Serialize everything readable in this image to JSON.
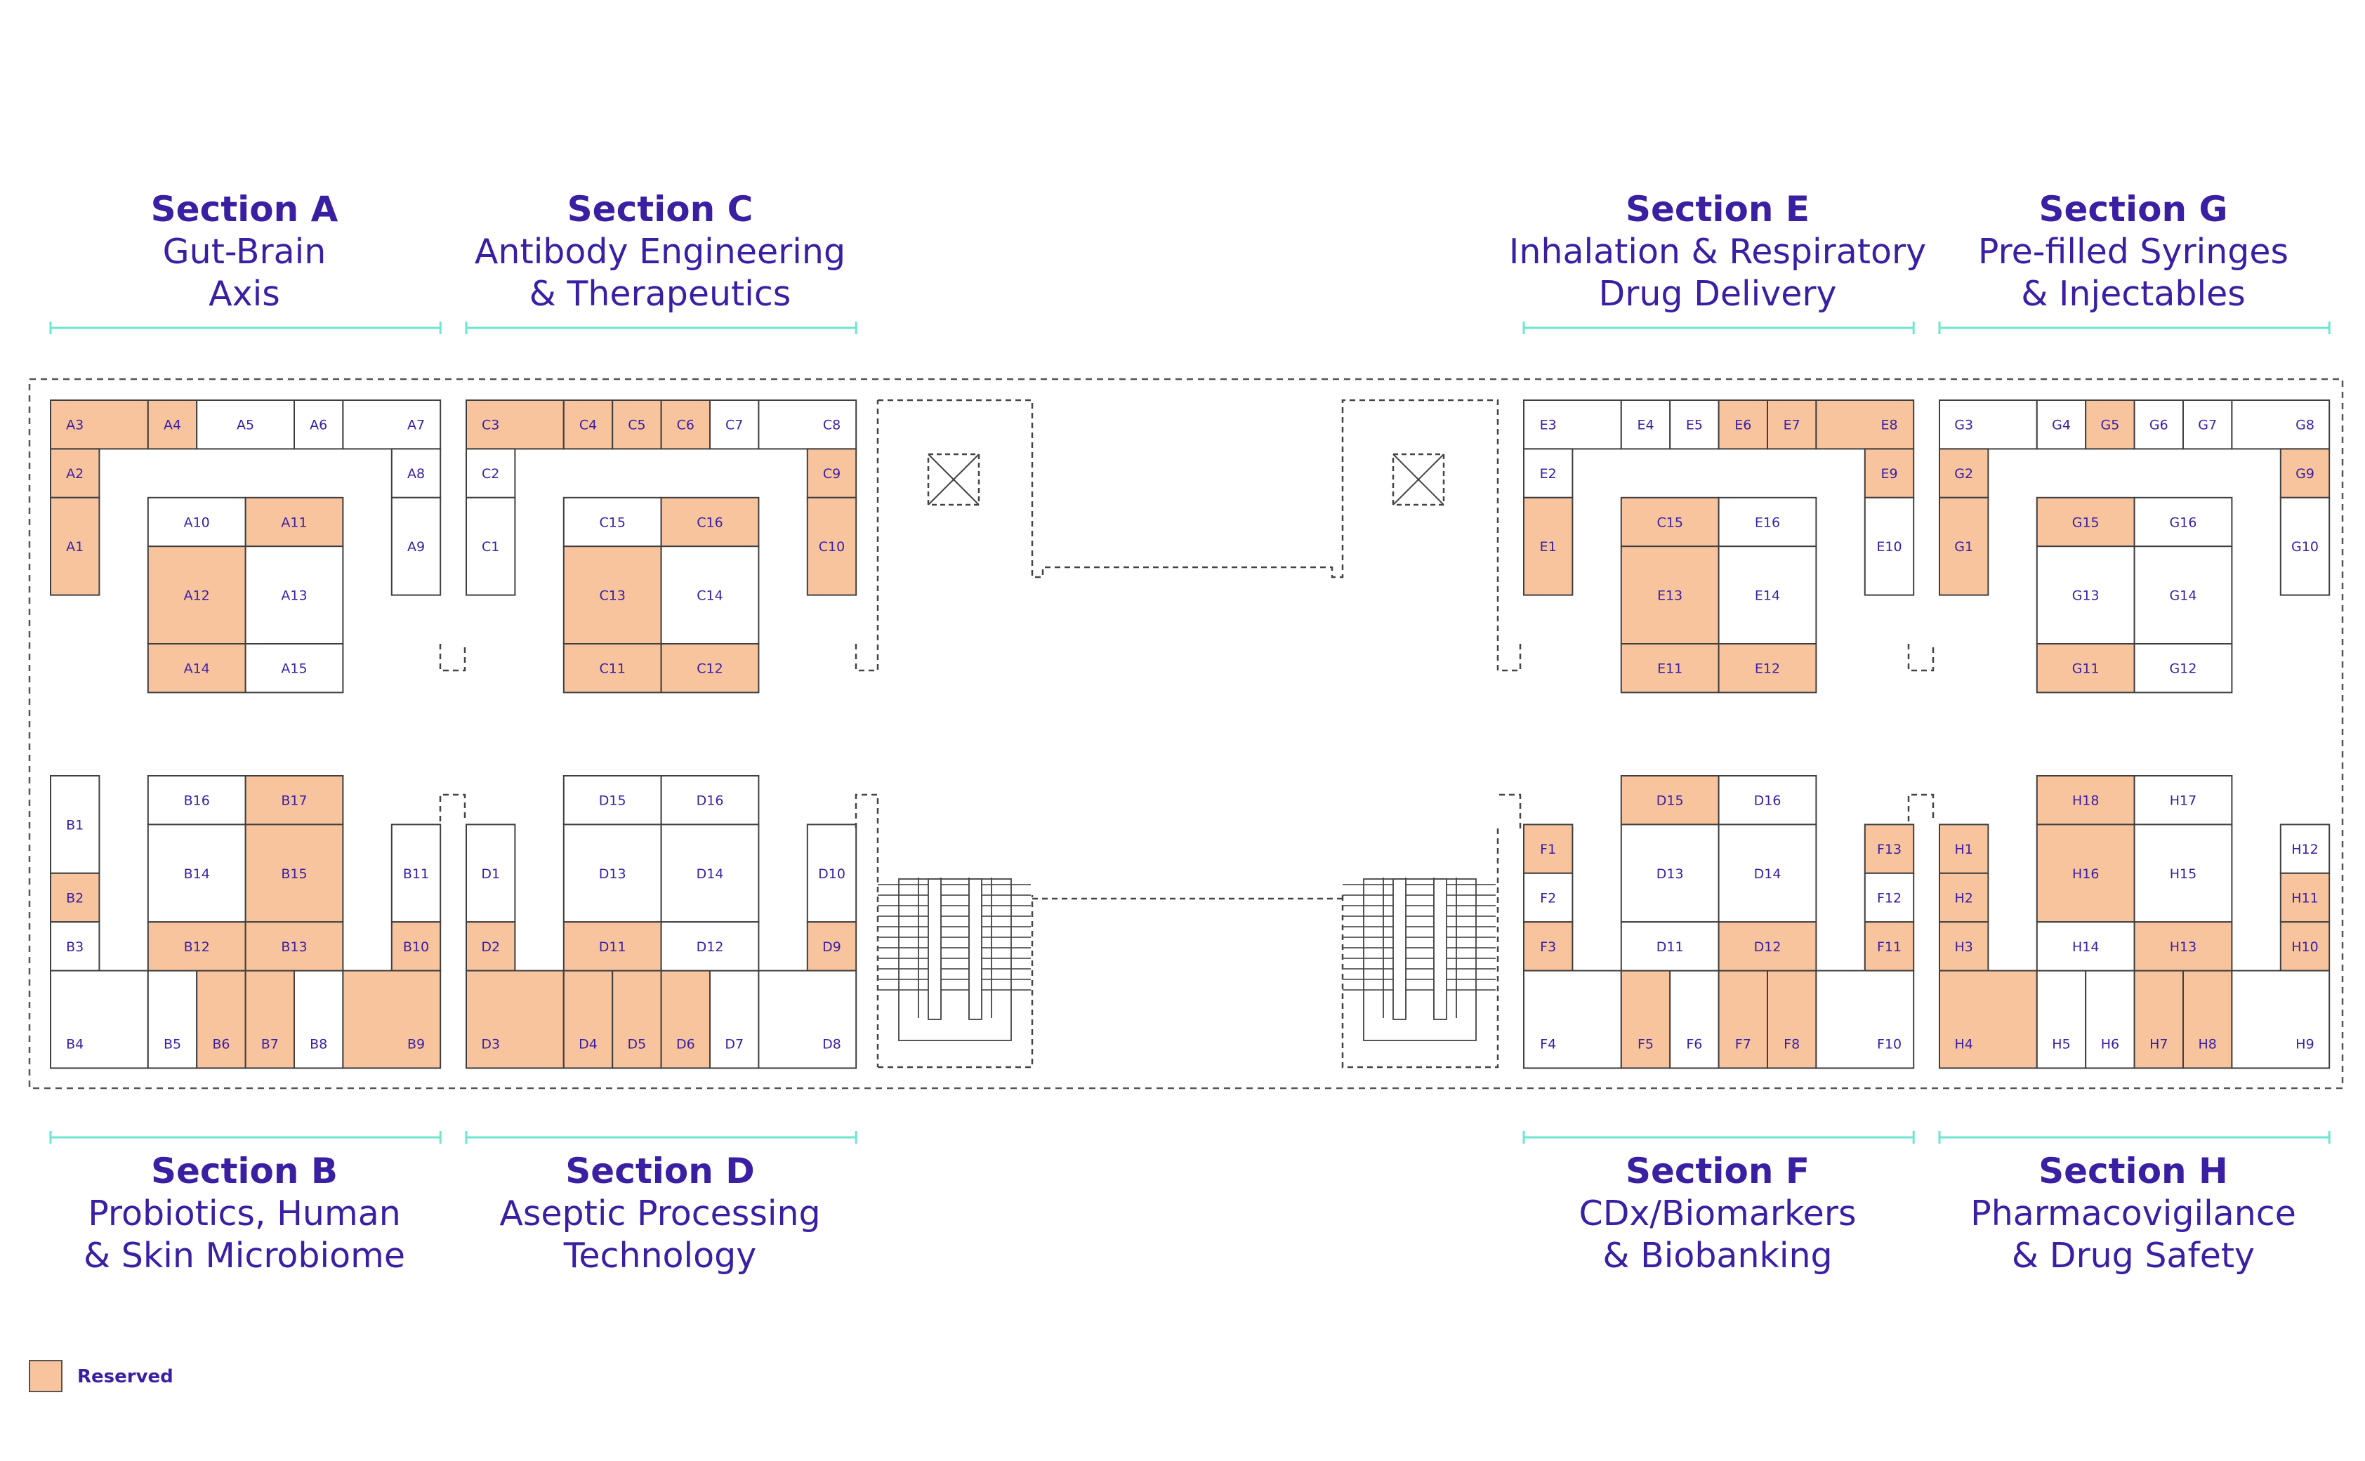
{
  "colors": {
    "reserved": "#f7c49e",
    "available": "#ffffff",
    "text": "#3a1fa3",
    "outline": "#3f3f3f",
    "divider": "#6ee6cf"
  },
  "legend": {
    "reserved_label": "Reserved"
  },
  "sections": {
    "A": {
      "title": "Section A",
      "line1": "Gut-Brain",
      "line2": "Axis"
    },
    "B": {
      "title": "Section B",
      "line1": "Probiotics, Human",
      "line2": "& Skin Microbiome"
    },
    "C": {
      "title": "Section C",
      "line1": "Antibody Engineering",
      "line2": "& Therapeutics"
    },
    "D": {
      "title": "Section D",
      "line1": "Aseptic Processing",
      "line2": "Technology"
    },
    "E": {
      "title": "Section E",
      "line1": "Inhalation & Respiratory",
      "line2": "Drug Delivery"
    },
    "F": {
      "title": "Section F",
      "line1": "CDx/Biomarkers",
      "line2": "& Biobanking"
    },
    "G": {
      "title": "Section G",
      "line1": "Pre-filled Syringes",
      "line2": "& Injectables"
    },
    "H": {
      "title": "Section H",
      "line1": "Pharmacovigilance",
      "line2": "& Drug Safety"
    }
  },
  "booths": {
    "A": [
      {
        "id": "A3",
        "reserved": true
      },
      {
        "id": "A4",
        "reserved": true
      },
      {
        "id": "A5",
        "reserved": false
      },
      {
        "id": "A6",
        "reserved": false
      },
      {
        "id": "A7",
        "reserved": false
      },
      {
        "id": "A2",
        "reserved": true
      },
      {
        "id": "A8",
        "reserved": false
      },
      {
        "id": "A1",
        "reserved": true
      },
      {
        "id": "A9",
        "reserved": false
      },
      {
        "id": "A10",
        "reserved": false
      },
      {
        "id": "A11",
        "reserved": true
      },
      {
        "id": "A12",
        "reserved": true
      },
      {
        "id": "A13",
        "reserved": false
      },
      {
        "id": "A14",
        "reserved": true
      },
      {
        "id": "A15",
        "reserved": false
      }
    ],
    "C": [
      {
        "id": "C3",
        "reserved": true
      },
      {
        "id": "C4",
        "reserved": true
      },
      {
        "id": "C5",
        "reserved": true
      },
      {
        "id": "C6",
        "reserved": true
      },
      {
        "id": "C7",
        "reserved": false
      },
      {
        "id": "C8",
        "reserved": false
      },
      {
        "id": "C2",
        "reserved": false
      },
      {
        "id": "C9",
        "reserved": true
      },
      {
        "id": "C1",
        "reserved": false
      },
      {
        "id": "C10",
        "reserved": true
      },
      {
        "id": "C15",
        "reserved": false
      },
      {
        "id": "C16",
        "reserved": true
      },
      {
        "id": "C13",
        "reserved": true
      },
      {
        "id": "C14",
        "reserved": false
      },
      {
        "id": "C11",
        "reserved": true
      },
      {
        "id": "C12",
        "reserved": true
      }
    ],
    "E": [
      {
        "id": "E3",
        "reserved": false
      },
      {
        "id": "E4",
        "reserved": false
      },
      {
        "id": "E5",
        "reserved": false
      },
      {
        "id": "E6",
        "reserved": true
      },
      {
        "id": "E7",
        "reserved": true
      },
      {
        "id": "E8",
        "reserved": true
      },
      {
        "id": "E2",
        "reserved": false
      },
      {
        "id": "E9",
        "reserved": true
      },
      {
        "id": "E1",
        "reserved": true
      },
      {
        "id": "E10",
        "reserved": false
      },
      {
        "id": "C15",
        "reserved": true
      },
      {
        "id": "E16",
        "reserved": false
      },
      {
        "id": "E13",
        "reserved": true
      },
      {
        "id": "E14",
        "reserved": false
      },
      {
        "id": "E11",
        "reserved": true
      },
      {
        "id": "E12",
        "reserved": true
      }
    ],
    "G": [
      {
        "id": "G3",
        "reserved": false
      },
      {
        "id": "G4",
        "reserved": false
      },
      {
        "id": "G5",
        "reserved": true
      },
      {
        "id": "G6",
        "reserved": false
      },
      {
        "id": "G7",
        "reserved": false
      },
      {
        "id": "G8",
        "reserved": false
      },
      {
        "id": "G2",
        "reserved": true
      },
      {
        "id": "G9",
        "reserved": true
      },
      {
        "id": "G1",
        "reserved": true
      },
      {
        "id": "G10",
        "reserved": false
      },
      {
        "id": "G15",
        "reserved": true
      },
      {
        "id": "G16",
        "reserved": false
      },
      {
        "id": "G13",
        "reserved": false
      },
      {
        "id": "G14",
        "reserved": false
      },
      {
        "id": "G11",
        "reserved": true
      },
      {
        "id": "G12",
        "reserved": false
      }
    ],
    "B": [
      {
        "id": "B1",
        "reserved": false
      },
      {
        "id": "B2",
        "reserved": true
      },
      {
        "id": "B3",
        "reserved": false
      },
      {
        "id": "B11",
        "reserved": false
      },
      {
        "id": "B10",
        "reserved": true
      },
      {
        "id": "B4",
        "reserved": false
      },
      {
        "id": "B5",
        "reserved": false
      },
      {
        "id": "B6",
        "reserved": true
      },
      {
        "id": "B7",
        "reserved": true
      },
      {
        "id": "B8",
        "reserved": false
      },
      {
        "id": "B9",
        "reserved": true
      },
      {
        "id": "B16",
        "reserved": false
      },
      {
        "id": "B17",
        "reserved": true
      },
      {
        "id": "B14",
        "reserved": false
      },
      {
        "id": "B15",
        "reserved": true
      },
      {
        "id": "B12",
        "reserved": true
      },
      {
        "id": "B13",
        "reserved": true
      }
    ],
    "D": [
      {
        "id": "D1",
        "reserved": false
      },
      {
        "id": "D2",
        "reserved": true
      },
      {
        "id": "D10",
        "reserved": false
      },
      {
        "id": "D9",
        "reserved": true
      },
      {
        "id": "D3",
        "reserved": true
      },
      {
        "id": "D4",
        "reserved": true
      },
      {
        "id": "D5",
        "reserved": true
      },
      {
        "id": "D6",
        "reserved": true
      },
      {
        "id": "D7",
        "reserved": false
      },
      {
        "id": "D8",
        "reserved": false
      },
      {
        "id": "D15",
        "reserved": false
      },
      {
        "id": "D16",
        "reserved": false
      },
      {
        "id": "D13",
        "reserved": false
      },
      {
        "id": "D14",
        "reserved": false
      },
      {
        "id": "D11",
        "reserved": true
      },
      {
        "id": "D12",
        "reserved": false
      }
    ],
    "F": [
      {
        "id": "F1",
        "reserved": true
      },
      {
        "id": "F2",
        "reserved": false
      },
      {
        "id": "F3",
        "reserved": true
      },
      {
        "id": "F13",
        "reserved": true
      },
      {
        "id": "F12",
        "reserved": false
      },
      {
        "id": "F11",
        "reserved": true
      },
      {
        "id": "F4",
        "reserved": false
      },
      {
        "id": "F5",
        "reserved": true
      },
      {
        "id": "F6",
        "reserved": false
      },
      {
        "id": "F7",
        "reserved": true
      },
      {
        "id": "F8",
        "reserved": true
      },
      {
        "id": "F10",
        "reserved": false
      },
      {
        "id": "D15",
        "reserved": true
      },
      {
        "id": "D16",
        "reserved": false
      },
      {
        "id": "D13",
        "reserved": false
      },
      {
        "id": "D14",
        "reserved": false
      },
      {
        "id": "D11",
        "reserved": false
      },
      {
        "id": "D12",
        "reserved": true
      }
    ],
    "H": [
      {
        "id": "H1",
        "reserved": true
      },
      {
        "id": "H2",
        "reserved": true
      },
      {
        "id": "H3",
        "reserved": true
      },
      {
        "id": "H12",
        "reserved": false
      },
      {
        "id": "H11",
        "reserved": true
      },
      {
        "id": "H10",
        "reserved": true
      },
      {
        "id": "H4",
        "reserved": true
      },
      {
        "id": "H5",
        "reserved": false
      },
      {
        "id": "H6",
        "reserved": false
      },
      {
        "id": "H7",
        "reserved": true
      },
      {
        "id": "H8",
        "reserved": true
      },
      {
        "id": "H9",
        "reserved": false
      },
      {
        "id": "H18",
        "reserved": true
      },
      {
        "id": "H17",
        "reserved": false
      },
      {
        "id": "H16",
        "reserved": true
      },
      {
        "id": "H15",
        "reserved": false
      },
      {
        "id": "H14",
        "reserved": false
      },
      {
        "id": "H13",
        "reserved": true
      }
    ]
  }
}
